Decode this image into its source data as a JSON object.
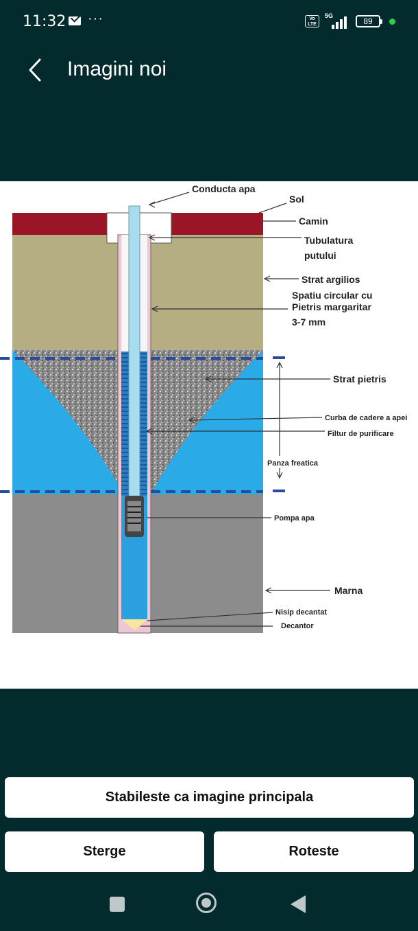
{
  "status": {
    "time": "11:32",
    "more": "···",
    "volte": "Vo LTE",
    "network": "5G",
    "battery": "89"
  },
  "header": {
    "title": "Imagini noi"
  },
  "diagram": {
    "labels": {
      "conducta": "Conducta apa",
      "sol": "Sol",
      "camin": "Camin",
      "tubulatura1": "Tubulatura",
      "tubulatura2": "putului",
      "argilios": "Strat argilios",
      "spatiu1": "Spatiu circular cu",
      "spatiu2": "Pietris margaritar",
      "spatiu3": "3-7 mm",
      "pietris": "Strat pietris",
      "curba": "Curba de cadere a apei",
      "filtru": "Filtur de purificare",
      "panza": "Panza freatica",
      "pompa": "Pompa apa",
      "marna": "Marna",
      "nisip": "Nisip decantat",
      "decantor": "Decantor"
    }
  },
  "buttons": {
    "main": "Stabileste ca imagine principala",
    "delete": "Sterge",
    "rotate": "Roteste"
  }
}
